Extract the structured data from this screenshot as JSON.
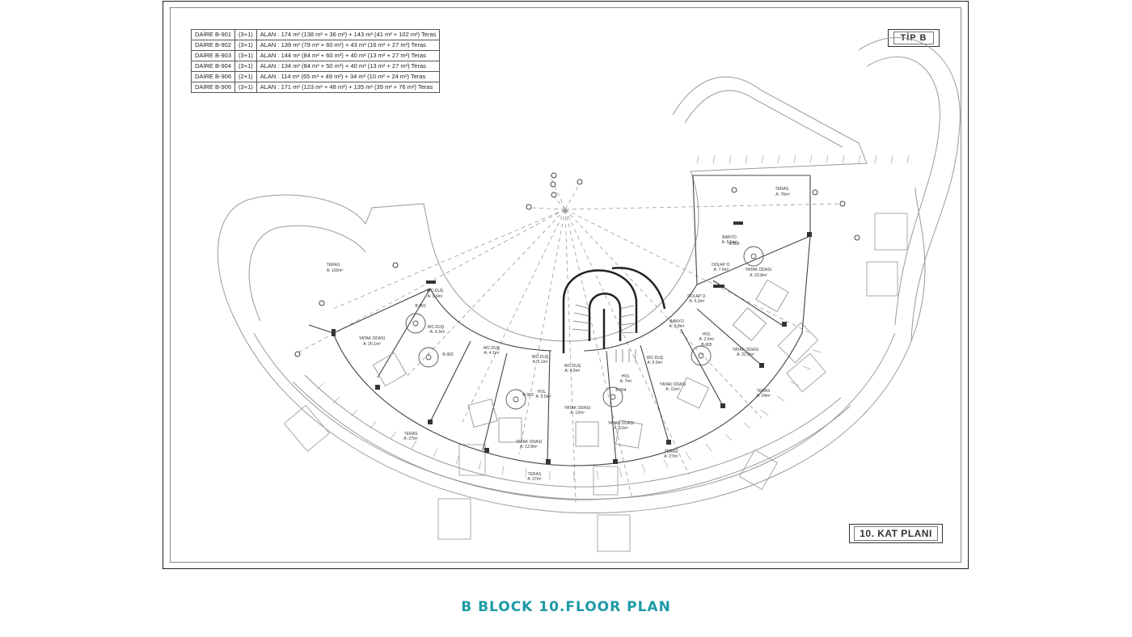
{
  "area_table": [
    {
      "unit": "DAİRE B-901",
      "type": "(3+1)",
      "area": "ALAN :  174 m² (138 m² + 36 m²) + 143 m² (41 m² + 102 m²) Teras"
    },
    {
      "unit": "DAİRE B-902",
      "type": "(3+1)",
      "area": "ALAN :  139 m² (79 m² + 60 m²) + 43 m² (16 m² + 27 m²) Teras"
    },
    {
      "unit": "DAİRE B-903",
      "type": "(3+1)",
      "area": "ALAN :  144 m² (84 m² + 60 m²) + 40 m² (13 m² + 27 m²) Teras"
    },
    {
      "unit": "DAİRE B-904",
      "type": "(3+1)",
      "area": "ALAN :  134 m² (84 m² + 50 m²) + 40 m² (13 m² + 27 m²) Teras"
    },
    {
      "unit": "DAİRE B-906",
      "type": "(2+1)",
      "area": "ALAN :  114 m² (65 m² + 49 m²) + 34 m² (10 m² + 24 m²) Teras"
    },
    {
      "unit": "DAİRE B-906",
      "type": "(3+1)",
      "area": "ALAN :  171 m² (123 m² + 48 m²) + 135 m² (39 m² + 76 m²) Teras"
    }
  ],
  "tip_label": "TİP B",
  "kat_label": "10. KAT PLANI",
  "caption": "B BLOCK 10.FLOOR PLAN",
  "plan_labels": {
    "teras_left": "TERAS",
    "teras_left_area": "A: 102m²",
    "teras_top_right": "TERAS",
    "teras_top_right_area": "A: 76m²",
    "teras_b902": "TERAS",
    "teras_b902_area": "A: 27m²",
    "teras_b903": "TERAS",
    "teras_b903_area": "A: 27m²",
    "teras_b904": "TERAS",
    "teras_b904_area": "A: 27m²",
    "teras_right": "TERAS",
    "teras_right_area": "A: 24m²",
    "yatak_901": "YATAK ODASI",
    "yatak_901_area": "A: 20.1m²",
    "yatak_903": "YATAK ODASI",
    "yatak_903_area": "A: 13.8m²",
    "yatak_mid": "YATAK ODASI",
    "yatak_mid_area": "A: 12m²",
    "yatak_904": "YATAK ODASI",
    "yatak_904_area": "A: 12m²",
    "yatak_905a": "YATAK ODASI",
    "yatak_905a_area": "A: 11m²",
    "yatak_905b": "YATAK ODASI",
    "yatak_905b_area": "A: 22.2m²",
    "yatak_906": "YATAK ODASI",
    "yatak_906_area": "A: 23.8m²",
    "banyo_906": "BANYO",
    "banyo_906_area": "A: 5.5m²",
    "banyo_mid": "BANYO",
    "banyo_mid_area": "A: 5.8m²",
    "dolap_906": "DOLAP O.",
    "dolap_906_area": "A: 7.6m²",
    "dolap_905": "DOLAP O.",
    "dolap_905_area": "A: 5.2m²",
    "wc_1": "WC-DUŞ",
    "wc_1_area": "A: 3.6m²",
    "wc_2": "WC-DUŞ",
    "wc_2_area": "A: 4.3m²",
    "wc_3": "WC-DUŞ",
    "wc_3_area": "A: 4.1m²",
    "wc_4": "WC-DUŞ",
    "wc_4_area": "A: 5.1m²",
    "wc_5": "WC-DUŞ",
    "wc_5_area": "A: 4.5m²",
    "wc_6": "WC-DUŞ",
    "wc_6_area": "A: 5.5m²",
    "hol_903": "HOL",
    "hol_903_area": "A: 5.5m²",
    "hol_904": "HOL",
    "hol_904_area": "A: 7m²",
    "hol_905": "HOL",
    "hol_905_area": "A: 2.6m²",
    "b901": "B-901",
    "b902": "B-902",
    "b903": "B-903",
    "b904": "B-904",
    "b905": "B-905",
    "b906": "B-906"
  }
}
